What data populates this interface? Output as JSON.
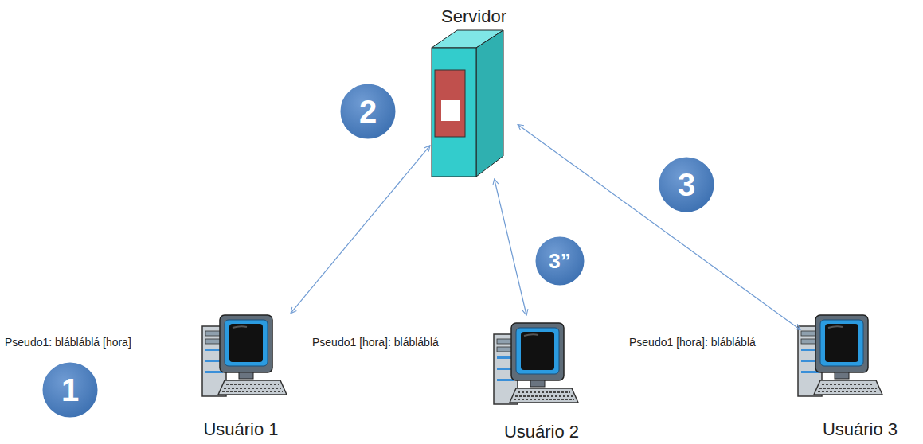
{
  "diagram": {
    "nodes": [
      {
        "text": [
          "Servidor"
        ]
      },
      {
        "text": [
          "Usuário 1"
        ]
      },
      {
        "text": [
          "Usuário 2"
        ]
      },
      {
        "text": [
          "Usuário 3"
        ]
      }
    ],
    "edges": [
      {
        "from": 0,
        "to": 1,
        "arrow": "both"
      },
      {
        "from": 0,
        "to": 2,
        "arrow": "both"
      },
      {
        "from": 0,
        "to": 3,
        "arrow": "both"
      }
    ],
    "labels": [
      "2",
      "3",
      "3”",
      "Pseudo1: blábláblá [hora]",
      "Pseudo1 [hora]: blábláblá",
      "Pseudo1 [hora]: blábláblá",
      "1"
    ]
  }
}
